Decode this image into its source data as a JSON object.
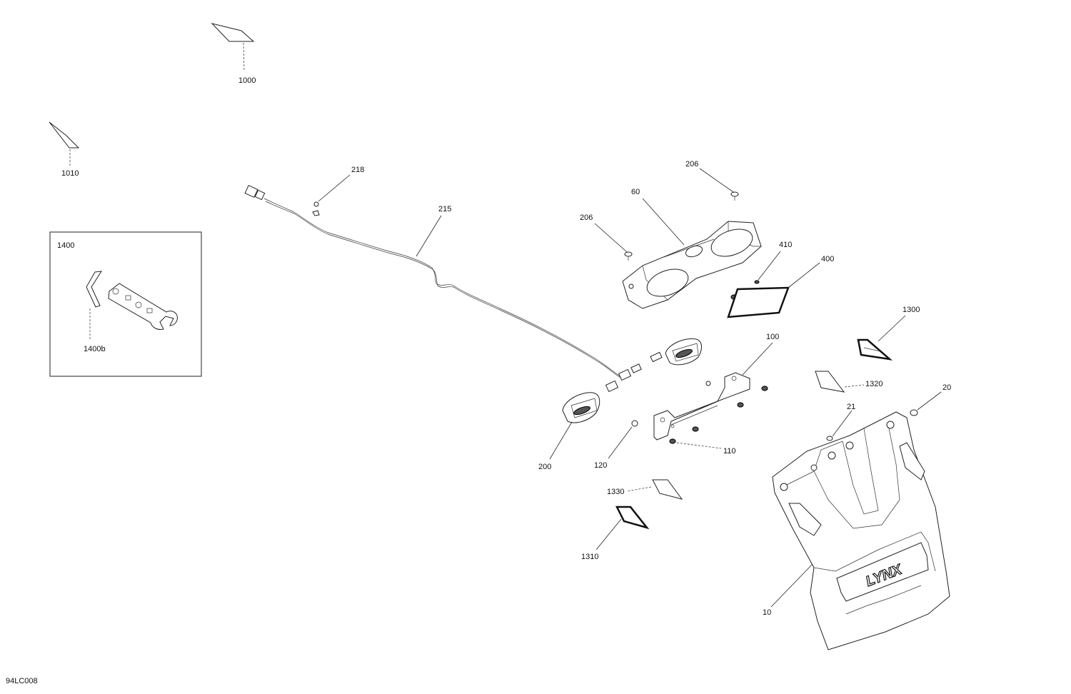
{
  "drawing_code": "94LC008",
  "callouts": {
    "c1000": "1000",
    "c1010": "1010",
    "c1400": "1400",
    "c1400b": "1400b",
    "c218": "218",
    "c215": "215",
    "c206a": "206",
    "c206b": "206",
    "c60": "60",
    "c410": "410",
    "c400": "400",
    "c1300": "1300",
    "c100": "100",
    "c1320": "1320",
    "c20": "20",
    "c21": "21",
    "c110": "110",
    "c120": "120",
    "c200": "200",
    "c1330": "1330",
    "c1310": "1310",
    "c10": "10"
  },
  "brand_logo": "LYNX"
}
